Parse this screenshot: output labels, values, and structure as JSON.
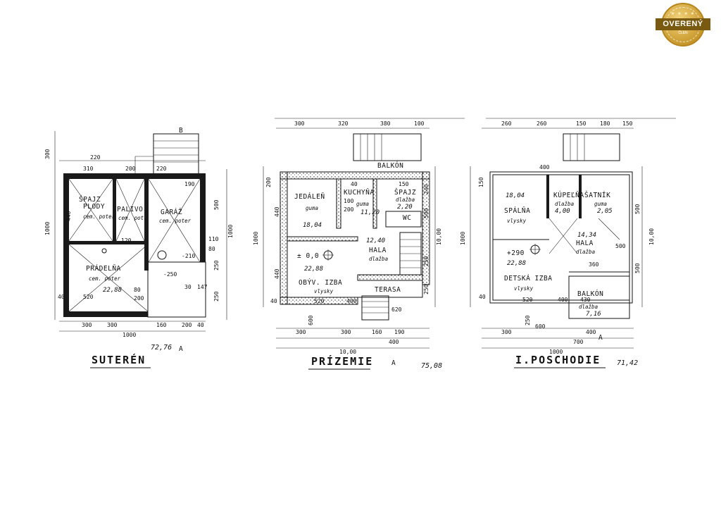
{
  "badge": {
    "label": "OVERENÝ",
    "sublabel": "ČLEN"
  },
  "plans": [
    {
      "title": "SUTERÉN",
      "area": "72,76",
      "rooms": [
        {
          "name": "ŠPAJZ",
          "line2": "PLODY",
          "finish": "cem. poter"
        },
        {
          "name": "PALIVO",
          "finish": "cem. pot."
        },
        {
          "name": "GARÁŽ",
          "finish": "cem. poter"
        },
        {
          "name": "PRÁDELŇA",
          "finish": "cem. poter",
          "area": "22,88"
        }
      ],
      "dims": {
        "top": [
          "310",
          "220",
          "200",
          "220",
          "190"
        ],
        "bottom": [
          "300",
          "300",
          "160",
          "200",
          "40"
        ],
        "total": "1000",
        "left": [
          "300",
          "440",
          "1000",
          "40"
        ],
        "right": [
          "500",
          "250",
          "1000",
          "250"
        ],
        "misc": [
          "110",
          "80",
          "-210",
          "-250",
          "30",
          "147",
          "80",
          "200",
          "120",
          "520"
        ]
      },
      "marks": [
        "A",
        "B"
      ]
    },
    {
      "title": "PRÍZEMIE",
      "area": "75,08",
      "rooms": [
        {
          "name": "JEDÁLEŇ",
          "finish": "guma",
          "area": "18,04"
        },
        {
          "name": "KUCHYŇA",
          "finish": "guma",
          "area": "11,20"
        },
        {
          "name": "ŠPAJZ",
          "finish": "dlažba",
          "area": "2,20"
        },
        {
          "name": "WC"
        },
        {
          "name": "HALA",
          "finish": "dlažba",
          "area": "12,40"
        },
        {
          "name": "OBÝV. IZBA",
          "finish": "vlysky",
          "area": "22,88",
          "level": "± 0,0"
        },
        {
          "name": "TERASA"
        },
        {
          "name": "BALKÓN"
        }
      ],
      "dims": {
        "top": [
          "300",
          "320",
          "380",
          "100"
        ],
        "bottom": [
          "300",
          "300",
          "160",
          "190",
          "400"
        ],
        "total": "10,00",
        "left": [
          "200",
          "440",
          "1000",
          "440",
          "40"
        ],
        "right": [
          "240",
          "500",
          "250",
          "10,00",
          "250"
        ],
        "misc": [
          "600",
          "520",
          "400",
          "100",
          "200",
          "150",
          "40",
          "620"
        ]
      },
      "marks": [
        "A"
      ]
    },
    {
      "title": "I.POSCHODIE",
      "area": "71,42",
      "rooms": [
        {
          "name": "SPÁLŇA",
          "finish": "vlysky",
          "area": "18,04"
        },
        {
          "name": "KÚPEĽŇA",
          "finish": "dlažba",
          "area": "4,00"
        },
        {
          "name": "ŠATNÍK",
          "finish": "guma",
          "area": "2,05"
        },
        {
          "name": "HALA",
          "finish": "dlažba",
          "area": "14,34"
        },
        {
          "name": "DETSKÁ IZBA",
          "finish": "vlysky",
          "area": "22,88",
          "level": "+290"
        },
        {
          "name": "BALKÓN",
          "finish": "dlažba",
          "area": "7,16"
        }
      ],
      "dims": {
        "top": [
          "260",
          "260",
          "150",
          "180",
          "150"
        ],
        "bottom": [
          "300",
          "700",
          "1000",
          "400"
        ],
        "total": "1000",
        "left": [
          "150",
          "1000",
          "40"
        ],
        "right": [
          "500",
          "10,00",
          "500"
        ],
        "misc": [
          "250",
          "400",
          "360",
          "520",
          "430",
          "400",
          "500",
          "600"
        ]
      },
      "marks": [
        "A"
      ]
    }
  ]
}
